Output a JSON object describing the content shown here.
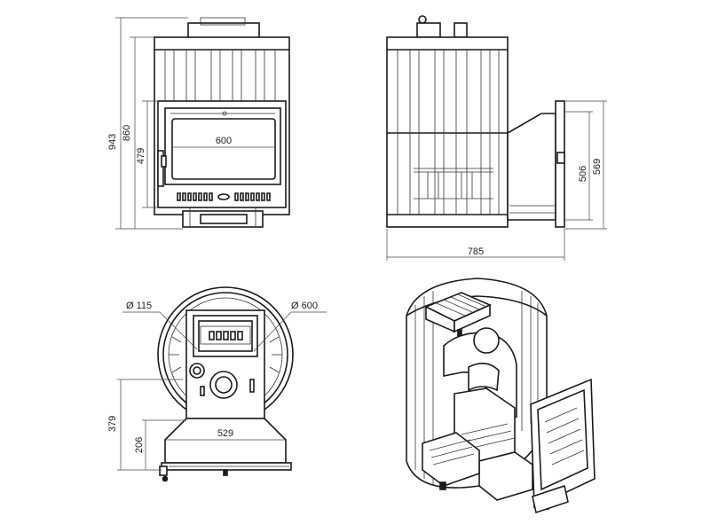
{
  "dimensions": {
    "overall_height": "943",
    "body_height": "860",
    "door_height": "479",
    "door_width": "600",
    "total_depth": "785",
    "tank_height": "506",
    "tank_mount_height": "569",
    "flue_diameter": "Ø 115",
    "body_diameter": "Ø 600",
    "flue_offset": "379",
    "axis_height": "206",
    "base_width": "529"
  }
}
